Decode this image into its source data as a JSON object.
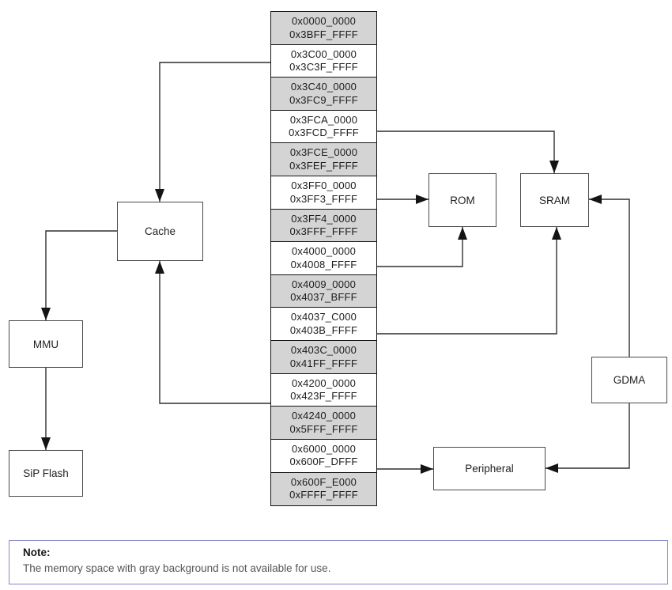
{
  "memory_map": {
    "cells": [
      {
        "start": "0x0000_0000",
        "end": "0x3BFF_FFFF",
        "available": false
      },
      {
        "start": "0x3C00_0000",
        "end": "0x3C3F_FFFF",
        "available": true
      },
      {
        "start": "0x3C40_0000",
        "end": "0x3FC9_FFFF",
        "available": false
      },
      {
        "start": "0x3FCA_0000",
        "end": "0x3FCD_FFFF",
        "available": true
      },
      {
        "start": "0x3FCE_0000",
        "end": "0x3FEF_FFFF",
        "available": false
      },
      {
        "start": "0x3FF0_0000",
        "end": "0x3FF3_FFFF",
        "available": true
      },
      {
        "start": "0x3FF4_0000",
        "end": "0x3FFF_FFFF",
        "available": false
      },
      {
        "start": "0x4000_0000",
        "end": "0x4008_FFFF",
        "available": true
      },
      {
        "start": "0x4009_0000",
        "end": "0x4037_BFFF",
        "available": false
      },
      {
        "start": "0x4037_C000",
        "end": "0x403B_FFFF",
        "available": true
      },
      {
        "start": "0x403C_0000",
        "end": "0x41FF_FFFF",
        "available": false
      },
      {
        "start": "0x4200_0000",
        "end": "0x423F_FFFF",
        "available": true
      },
      {
        "start": "0x4240_0000",
        "end": "0x5FFF_FFFF",
        "available": false
      },
      {
        "start": "0x6000_0000",
        "end": "0x600F_DFFF",
        "available": true
      },
      {
        "start": "0x600F_E000",
        "end": "0xFFFF_FFFF",
        "available": false
      }
    ]
  },
  "blocks": {
    "cache": {
      "label": "Cache"
    },
    "mmu": {
      "label": "MMU"
    },
    "sip_flash": {
      "label": "SiP Flash"
    },
    "rom": {
      "label": "ROM"
    },
    "sram": {
      "label": "SRAM"
    },
    "gdma": {
      "label": "GDMA"
    },
    "peripheral": {
      "label": "Peripheral"
    }
  },
  "note": {
    "title": "Note:",
    "text": "The memory space with gray background is not available for use."
  },
  "colors": {
    "unavailable_bg": "#d4d4d4",
    "available_bg": "#ffffff",
    "line": "#2f2f2f",
    "note_border": "#8486c8"
  }
}
